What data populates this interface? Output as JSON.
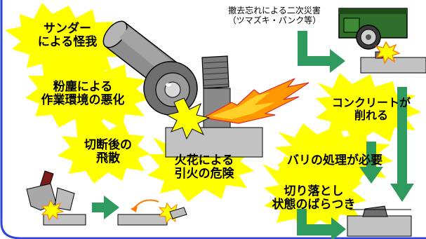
{
  "hazards": {
    "sander_injury": {
      "line1": "サンダー",
      "line2": "による怪我"
    },
    "dust": {
      "line1": "粉塵による",
      "line2": "作業環境の悪化"
    },
    "scatter": {
      "line1": "切断後の",
      "line2": "飛散"
    },
    "spark_fire": {
      "line1": "火花による",
      "line2": "引火の危険"
    },
    "concrete_cut": {
      "line1": "コンクリートが",
      "line2": "削れる"
    },
    "burr": {
      "line1": "バリの処理が必要"
    },
    "uneven_cut": {
      "line1": "切り落とし",
      "line2": "状態のばらつき"
    }
  },
  "secondary": {
    "line1": "撤去忘れによる二次災害",
    "line2": "（ツマズキ・パンク等）"
  },
  "colors": {
    "burst": "#ffff00",
    "arrow_green": "#2e9a5e",
    "frame_blue": "#2a45d8",
    "spark_orange": "#ff7a00",
    "steel_gray": "#7a7a7a",
    "concrete_gray": "#c2c2c2"
  }
}
